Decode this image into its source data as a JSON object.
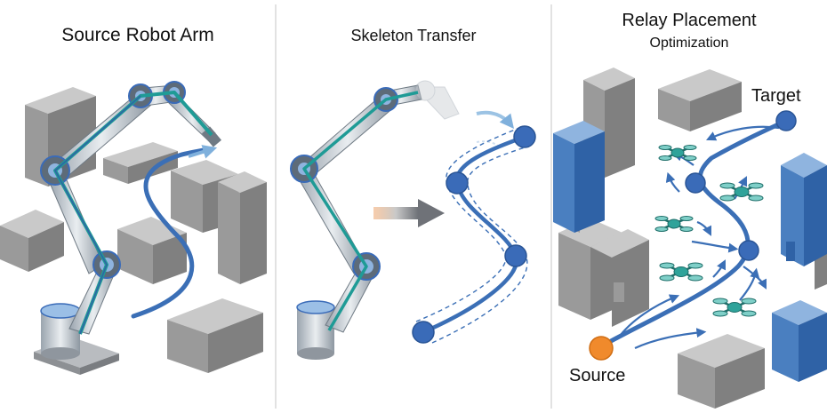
{
  "panels": [
    {
      "title": "Source Robot Arm"
    },
    {
      "title": "Skeleton Transfer"
    },
    {
      "title_line1": "Relay Placement",
      "title_line2": "Optimization"
    }
  ],
  "labels": {
    "target": "Target",
    "source": "Source"
  },
  "colors": {
    "box_top": "#c9c9c9",
    "box_left": "#9a9a9a",
    "box_right": "#808080",
    "blue_box_top": "#8fb4df",
    "blue_box_left": "#4a7fc0",
    "blue_box_right": "#2f62a6",
    "path": "#3b6fb6",
    "node": "#3a6bb8",
    "drone": "#2fa39a",
    "source": "#f08a2c",
    "skeleton": "#1f9b96",
    "divider": "#cfcfcf"
  },
  "icons": [
    "robot-arm-icon",
    "drone-icon",
    "arrow-icon"
  ]
}
